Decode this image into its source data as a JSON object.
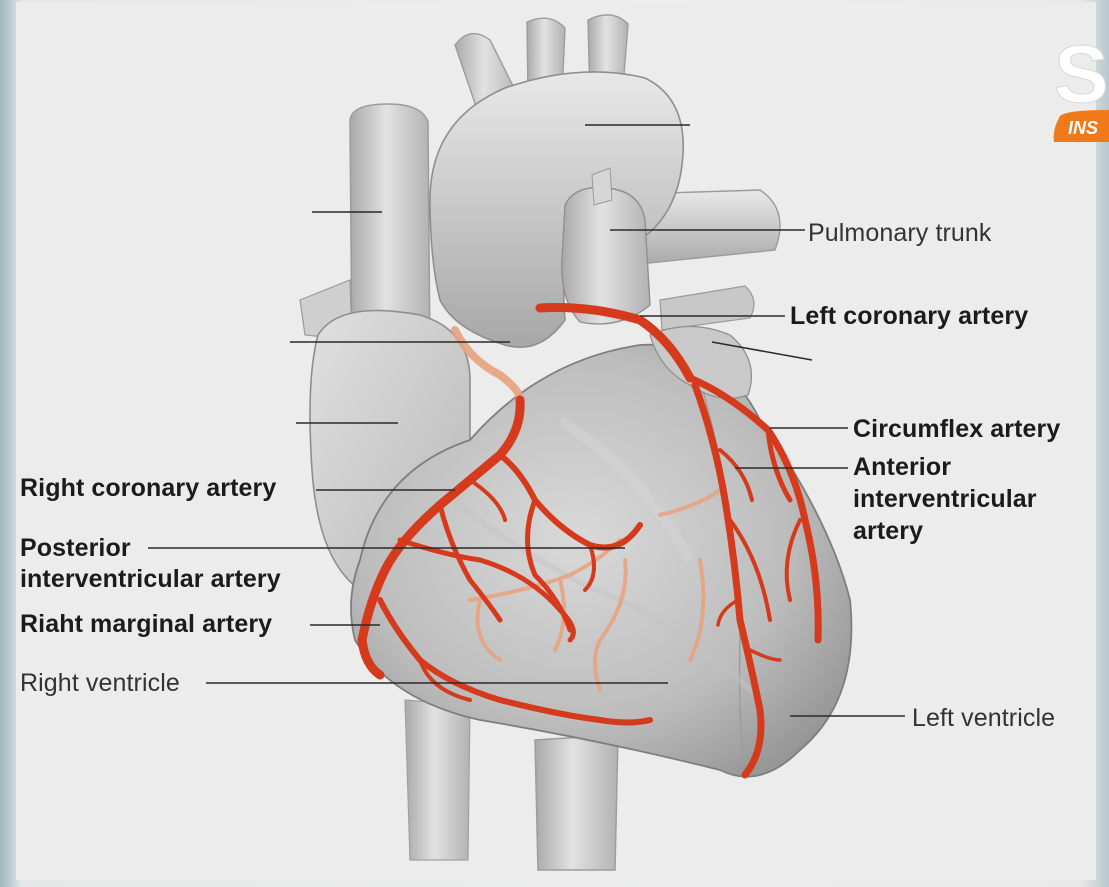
{
  "labels": {
    "pulmonary_trunk": "Pulmonary trunk",
    "left_coronary_artery": "Left coronary artery",
    "circumflex_artery": "Circumflex artery",
    "anterior_interventricular_artery": [
      "Anterior",
      "interventricular",
      "artery"
    ],
    "right_coronary_artery": "Right coronary artery",
    "posterior_interventricular_artery": [
      "Posterior",
      "interventricular artery"
    ],
    "right_marginal_artery": "Riaht marginal artery",
    "right_ventricle": "Right ventricle",
    "left_ventricle": "Left ventricle"
  },
  "logo": {
    "text": "INS",
    "letter": "S"
  },
  "colors": {
    "artery": "#d63a1c",
    "artery_dark": "#b02a10",
    "artery_faint": "#e8a27e",
    "heart_fill": "#cfcfcf",
    "leader_line": "#2a2a2a",
    "logo_orange": "#f07a1a"
  },
  "icons": [
    "heart-illustration",
    "brand-logo"
  ]
}
